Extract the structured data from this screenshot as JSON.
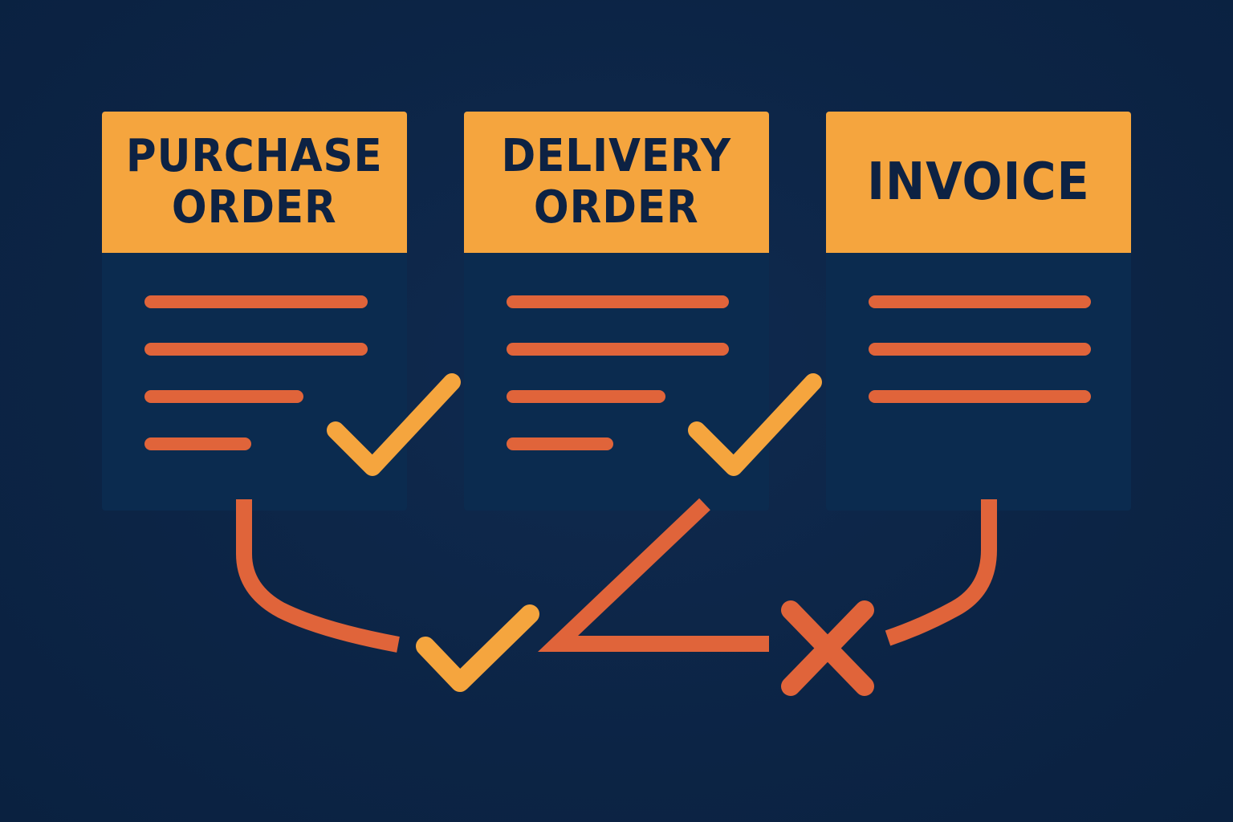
{
  "documents": [
    {
      "id": "purchase-order",
      "title": "PURCHASE\nORDER",
      "line_count": 4,
      "status": "matched"
    },
    {
      "id": "delivery-order",
      "title": "DELIVERY\nORDER",
      "line_count": 4,
      "status": "matched"
    },
    {
      "id": "invoice",
      "title": "INVOICE",
      "line_count": 3,
      "status": "mismatch"
    }
  ],
  "results": {
    "po_vs_do": "check-icon",
    "do_vs_invoice": "cross-icon"
  },
  "colors": {
    "background": "#0d2547",
    "card": "#0b2b4f",
    "header": "#f5a53e",
    "title_text": "#0d2243",
    "lines": "#e0643a",
    "check": "#f5a53e",
    "cross": "#e0643a"
  }
}
